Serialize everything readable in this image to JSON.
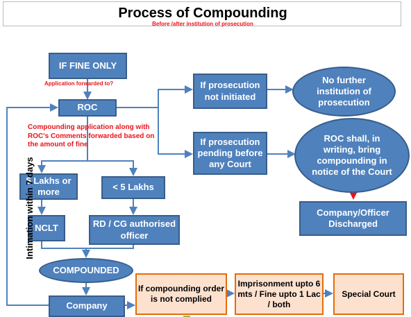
{
  "title": "Process of Compounding",
  "subtitle": "Before /after institution of prosecution",
  "side_label": "Intimation within 7 days",
  "nodes": {
    "fine_only": "IF FINE ONLY",
    "roc": "ROC",
    "lakhs_more": "5 Lakhs or more",
    "lakhs_less": "< 5 Lakhs",
    "nclt": "NCLT",
    "rd_cg": "RD / CG authorised officer",
    "compounded": "COMPOUNDED",
    "company": "Company",
    "pros_not_init": "If prosecution not initiated",
    "no_further": "No further institution of prosecution",
    "pros_pending": "If prosecution pending before any Court",
    "roc_shall": "ROC shall, in writing, bring compounding in notice of the Court",
    "discharged": "Company/Officer Discharged",
    "not_complied": "If compounding order is not complied",
    "imprisonment": "Imprisonment upto 6 mts / Fine upto 1 Lac / both",
    "special_court": "Special Court"
  },
  "annotations": {
    "app_forwarded": "Application forwarded to?",
    "compounding_app": "Compounding application along with ROC's Comments forwarded based on the amount of fine"
  },
  "colors": {
    "box_fill": "#4f81bd",
    "box_border": "#385d8a",
    "orange_fill": "#fde1cf",
    "orange_border": "#e46c0a",
    "red_text": "#e8141b"
  }
}
